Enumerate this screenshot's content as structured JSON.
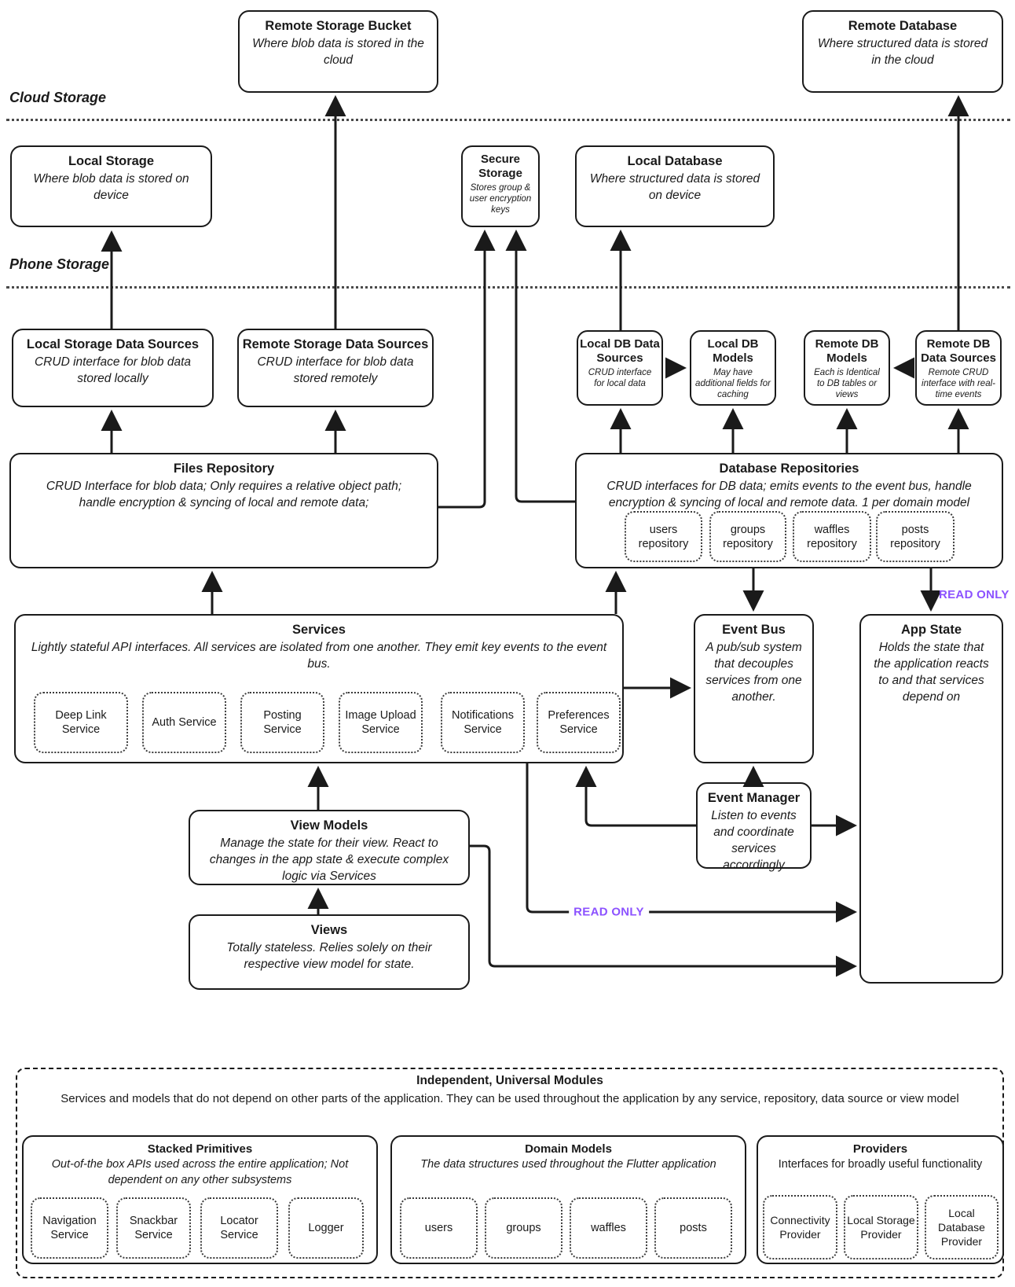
{
  "labels": {
    "cloud_storage": "Cloud Storage",
    "phone_storage": "Phone Storage",
    "read_only_top": "READ ONLY",
    "read_only_mid": "READ ONLY"
  },
  "colors": {
    "read_only": "#8c52ff",
    "stroke": "#1a1a1a"
  },
  "nodes": {
    "remote_storage_bucket": {
      "title": "Remote Storage Bucket",
      "desc": "Where blob data is stored in the cloud"
    },
    "remote_database": {
      "title": "Remote Database",
      "desc": "Where structured data is stored in the cloud"
    },
    "local_storage": {
      "title": "Local Storage",
      "desc": "Where blob data is stored on device"
    },
    "secure_storage": {
      "title": "Secure Storage",
      "desc": "Stores group & user encryption keys"
    },
    "local_database": {
      "title": "Local Database",
      "desc": "Where structured data is stored on device"
    },
    "local_storage_ds": {
      "title": "Local Storage Data Sources",
      "desc": "CRUD interface for blob data stored locally"
    },
    "remote_storage_ds": {
      "title": "Remote Storage Data Sources",
      "desc": "CRUD interface for blob data stored remotely"
    },
    "local_db_ds": {
      "title": "Local DB Data Sources",
      "desc": "CRUD interface for local data"
    },
    "local_db_models": {
      "title": "Local DB Models",
      "desc": "May have additional fields for caching"
    },
    "remote_db_models": {
      "title": "Remote DB Models",
      "desc": "Each is Identical to DB tables or views"
    },
    "remote_db_ds": {
      "title": "Remote DB Data Sources",
      "desc": "Remote CRUD interface with real-time events"
    },
    "files_repo": {
      "title": "Files Repository",
      "desc": "CRUD Interface for blob data; Only requires a relative object path; handle encryption & syncing of local and remote data;"
    },
    "db_repos": {
      "title": "Database Repositories",
      "desc": "CRUD interfaces for DB data; emits events to the event bus, handle encryption & syncing of local and remote data. 1 per domain model",
      "children": [
        "users repository",
        "groups repository",
        "waffles repository",
        "posts repository"
      ]
    },
    "services": {
      "title": "Services",
      "desc": "Lightly stateful API interfaces. All services are isolated from one another. They emit key events to the event bus.",
      "children": [
        "Deep Link Service",
        "Auth Service",
        "Posting Service",
        "Image Upload Service",
        "Notifications Service",
        "Preferences Service"
      ]
    },
    "event_bus": {
      "title": "Event Bus",
      "desc": "A pub/sub system that decouples services from one another."
    },
    "app_state": {
      "title": "App State",
      "desc": "Holds the state that the application reacts to and that services depend on"
    },
    "event_manager": {
      "title": "Event Manager",
      "desc": "Listen to events and coordinate services accordingly"
    },
    "view_models": {
      "title": "View Models",
      "desc": "Manage the state for their view. React to changes in the app state & execute complex logic via Services"
    },
    "views": {
      "title": "Views",
      "desc": "Totally stateless. Relies solely on their respective view model for state."
    }
  },
  "bottom": {
    "title": "Independent, Universal Modules",
    "desc": "Services and models that do not depend on other parts of the application. They can be used throughout the application by any service, repository, data source or view model",
    "stacked_primitives": {
      "title": "Stacked Primitives",
      "desc": "Out-of-the box APIs used across the entire application; Not dependent on any other subsystems",
      "items": [
        "Navigation Service",
        "Snackbar Service",
        "Locator Service",
        "Logger"
      ]
    },
    "domain_models": {
      "title": "Domain Models",
      "desc": "The data structures used throughout the Flutter application",
      "items": [
        "users",
        "groups",
        "waffles",
        "posts"
      ]
    },
    "providers": {
      "title": "Providers",
      "desc": "Interfaces for broadly useful functionality",
      "items": [
        "Connectivity Provider",
        "Local Storage Provider",
        "Local Database Provider"
      ]
    }
  }
}
